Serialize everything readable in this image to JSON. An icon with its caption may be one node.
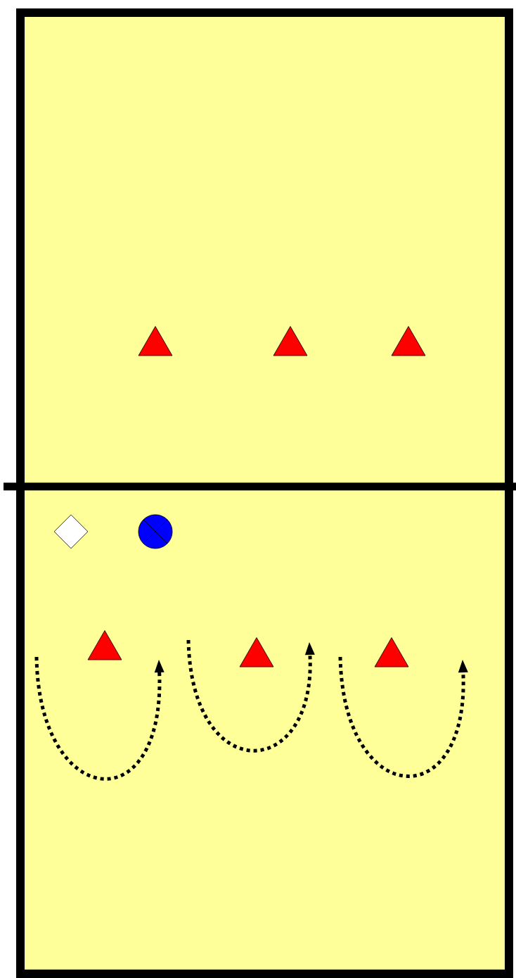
{
  "diagram": {
    "nodes": [
      {
        "text": [],
        "shape": "triangle"
      },
      {
        "text": [],
        "shape": "triangle"
      },
      {
        "text": [],
        "shape": "triangle"
      },
      {
        "text": [],
        "shape": "diamond"
      },
      {
        "text": [],
        "shape": "circle"
      },
      {
        "text": [],
        "shape": "triangle"
      },
      {
        "text": [],
        "shape": "triangle"
      },
      {
        "text": [],
        "shape": "triangle"
      }
    ]
  }
}
